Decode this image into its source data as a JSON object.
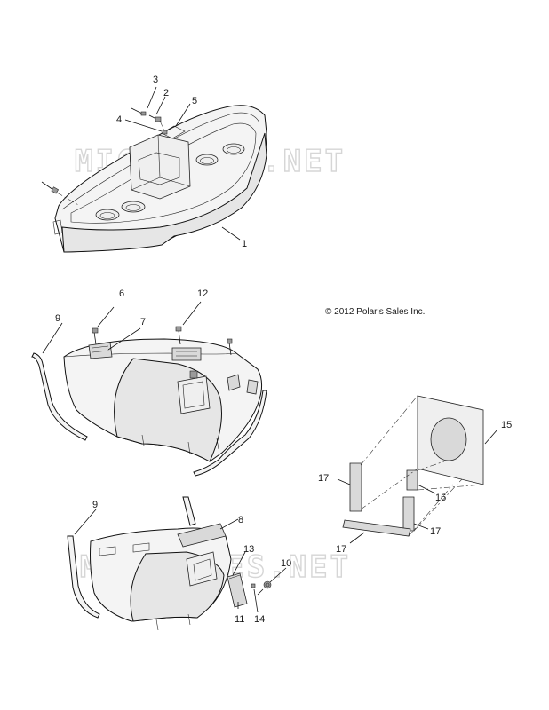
{
  "copyright": "© 2012 Polaris Sales Inc.",
  "watermark": "MICROCHES.NET",
  "callouts": {
    "c1": "1",
    "c2": "2",
    "c3": "3",
    "c4": "4",
    "c5": "5",
    "c6": "6",
    "c7": "7",
    "c8": "8",
    "c9a": "9",
    "c9b": "9",
    "c10": "10",
    "c11": "11",
    "c12": "12",
    "c13": "13",
    "c14": "14",
    "c15": "15",
    "c16": "16",
    "c17a": "17",
    "c17b": "17",
    "c17c": "17"
  }
}
